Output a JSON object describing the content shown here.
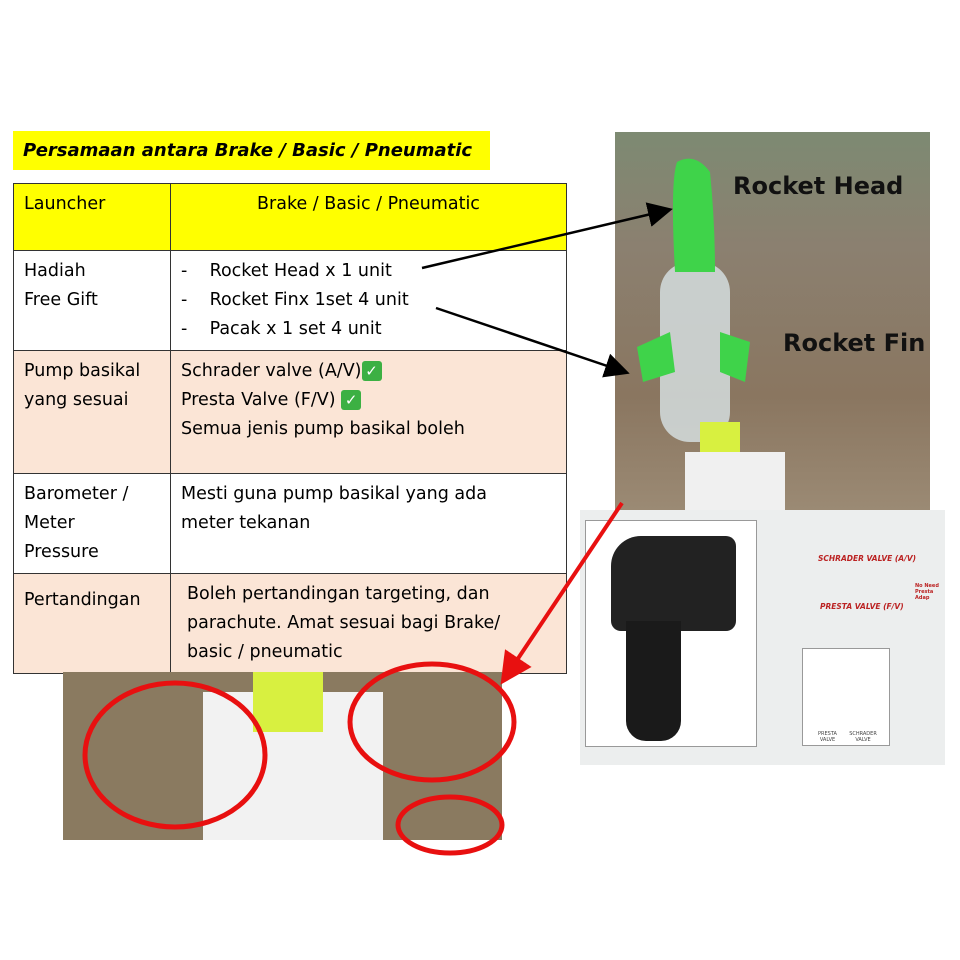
{
  "title": "Persamaan antara Brake / Basic / Pneumatic",
  "table": {
    "header": [
      "Launcher",
      "Brake / Basic / Pneumatic"
    ],
    "rows": [
      {
        "label": [
          "Hadiah",
          "Free Gift"
        ],
        "lines": [
          "-    Rocket Head x 1 unit",
          "-    Rocket Finx 1set 4 unit",
          "-    Pacak x 1 set 4 unit"
        ]
      },
      {
        "label": [
          "Pump basikal",
          "yang sesuai"
        ],
        "lines": [
          "Schrader valve (A/V)",
          "Presta Valve (F/V)",
          "Semua jenis pump basikal boleh"
        ]
      },
      {
        "label": [
          "Barometer /",
          "Meter",
          "Pressure"
        ],
        "lines": [
          "Mesti guna pump basikal yang ada",
          "meter tekanan"
        ]
      },
      {
        "label": [
          "Pertandingan"
        ],
        "lines": [
          "Boleh pertandingan targeting, dan",
          "parachute. Amat sesuai bagi Brake/",
          "basic / pneumatic"
        ]
      }
    ]
  },
  "rocket_photo": {
    "head_label": "Rocket Head",
    "fin_label": "Rocket Fin"
  },
  "pump_photo": {
    "schrader": "SCHRADER VALVE (A/V)",
    "presta": "PRESTA VALVE (F/V)",
    "no_adapter": "No Need Presta Adap",
    "presta_valve": "PRESTA VALVE",
    "schrader_valve": "SCHRADER VALVE"
  },
  "colors": {
    "highlight": "#ffff00",
    "peach": "#fbe5d6",
    "arrow_red": "#e81010"
  }
}
